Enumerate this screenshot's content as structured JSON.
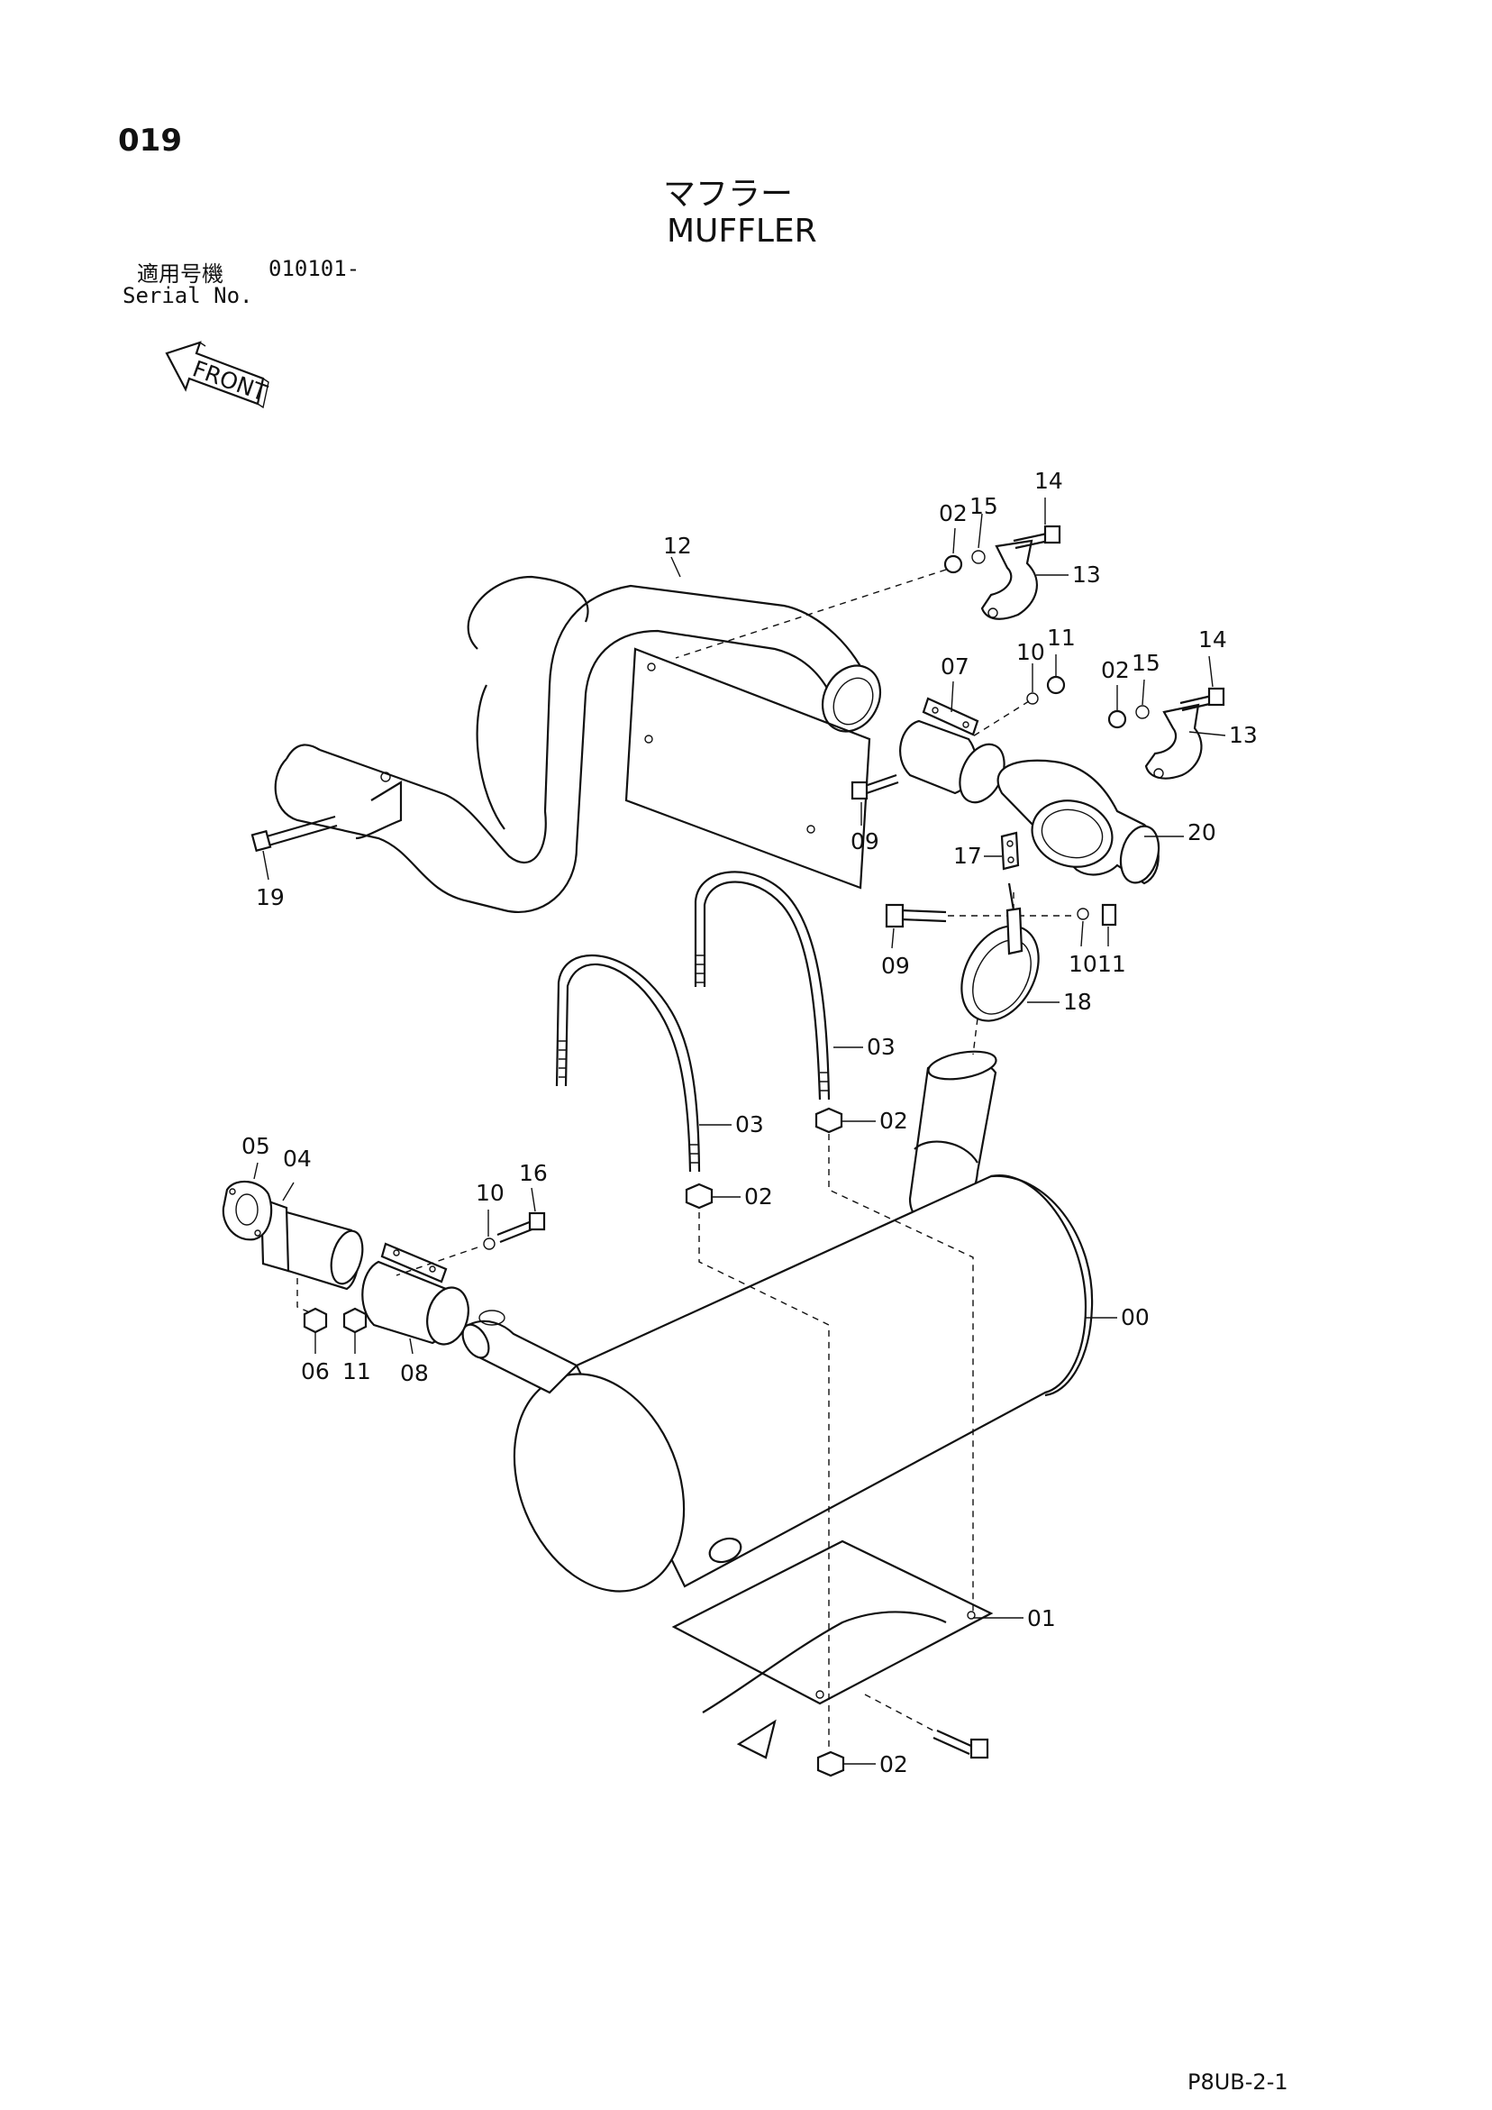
{
  "page_number": "019",
  "title_jp": "マフラー",
  "title_en": "MUFFLER",
  "serial_label_jp": "適用号機",
  "serial_value": "010101-",
  "serial_label_en": "Serial No.",
  "front_label": "FRONT",
  "drawing_code": "P8UB-2-1",
  "callouts": [
    {
      "id": "c-14a",
      "text": "14"
    },
    {
      "id": "c-15a",
      "text": "15"
    },
    {
      "id": "c-02a",
      "text": "02"
    },
    {
      "id": "c-13a",
      "text": "13"
    },
    {
      "id": "c-12",
      "text": "12"
    },
    {
      "id": "c-14b",
      "text": "14"
    },
    {
      "id": "c-15b",
      "text": "15"
    },
    {
      "id": "c-02b",
      "text": "02"
    },
    {
      "id": "c-13b",
      "text": "13"
    },
    {
      "id": "c-07",
      "text": "07"
    },
    {
      "id": "c-10a",
      "text": "10"
    },
    {
      "id": "c-11a",
      "text": "11"
    },
    {
      "id": "c-09a",
      "text": "09"
    },
    {
      "id": "c-20",
      "text": "20"
    },
    {
      "id": "c-17",
      "text": "17"
    },
    {
      "id": "c-19",
      "text": "19"
    },
    {
      "id": "c-09b",
      "text": "09"
    },
    {
      "id": "c-10b",
      "text": "10"
    },
    {
      "id": "c-11b",
      "text": "11"
    },
    {
      "id": "c-18",
      "text": "18"
    },
    {
      "id": "c-03a",
      "text": "03"
    },
    {
      "id": "c-03b",
      "text": "03"
    },
    {
      "id": "c-02c",
      "text": "02"
    },
    {
      "id": "c-02d",
      "text": "02"
    },
    {
      "id": "c-05",
      "text": "05"
    },
    {
      "id": "c-04",
      "text": "04"
    },
    {
      "id": "c-16",
      "text": "16"
    },
    {
      "id": "c-10c",
      "text": "10"
    },
    {
      "id": "c-06",
      "text": "06"
    },
    {
      "id": "c-11c",
      "text": "11"
    },
    {
      "id": "c-08",
      "text": "08"
    },
    {
      "id": "c-00",
      "text": "00"
    },
    {
      "id": "c-01",
      "text": "01"
    },
    {
      "id": "c-02e",
      "text": "02"
    }
  ]
}
